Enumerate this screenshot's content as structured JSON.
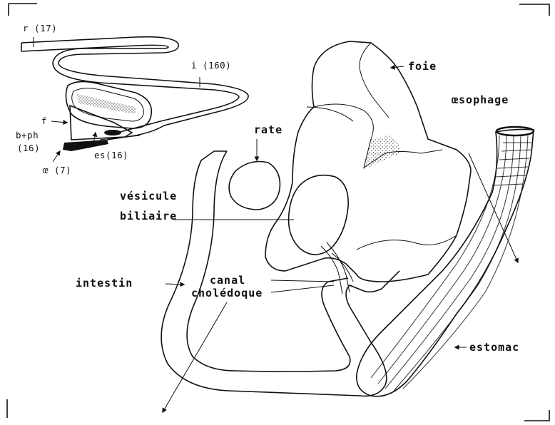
{
  "labels": {
    "r": "r (17)",
    "i": "i (160)",
    "f": "f",
    "bph": "b+ph",
    "bph_num": "(16)",
    "oe": "œ (7)",
    "es": "es(16)",
    "foie": "foie",
    "oesophage": "œsophage",
    "rate": "rate",
    "vesicule": "vésicule",
    "biliaire": "biliaire",
    "intestin": "intestin",
    "canal": "canal",
    "choledoque": "cholédoque",
    "estomac": "estomac"
  }
}
